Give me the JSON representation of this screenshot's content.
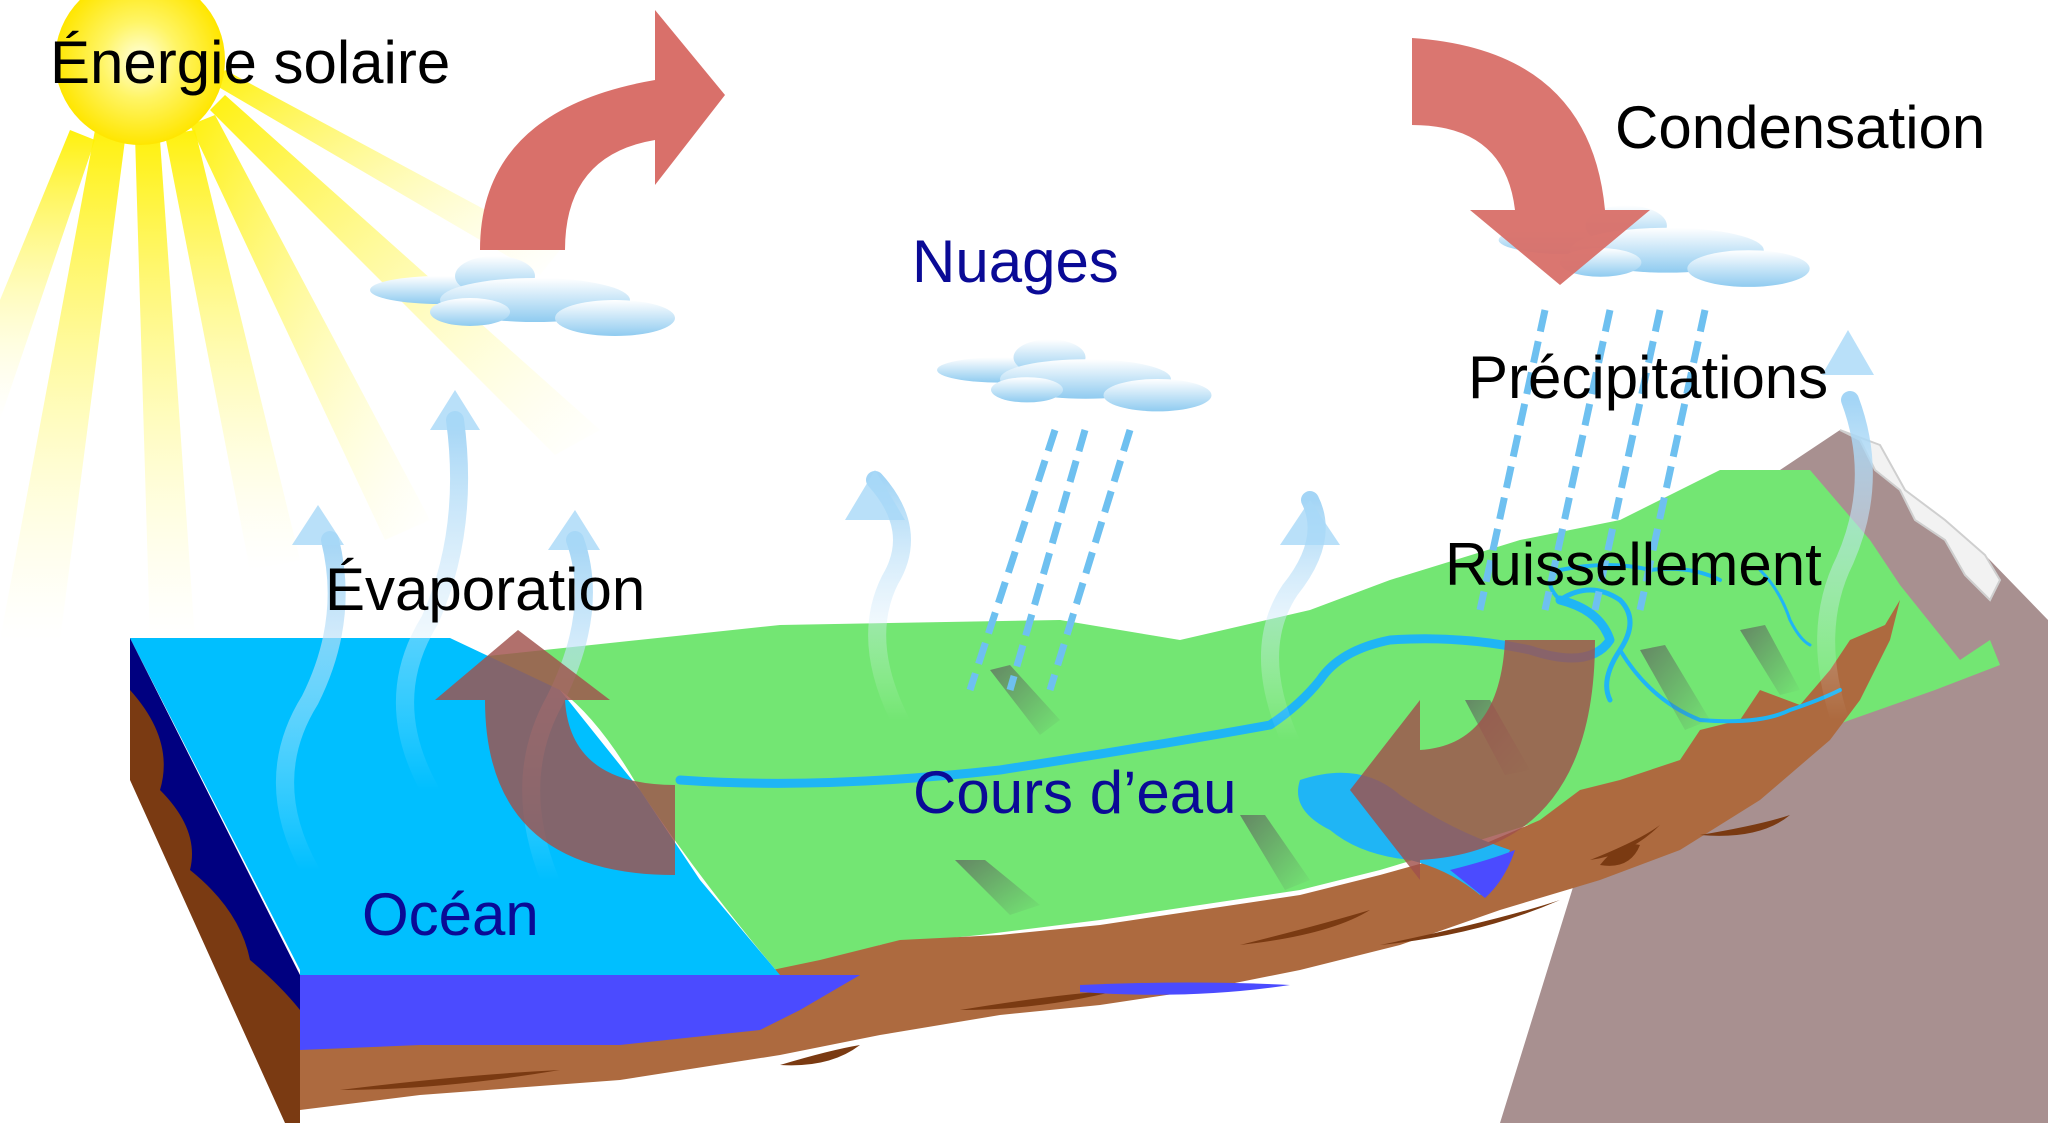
{
  "labels": {
    "solar_energy": "Énergie solaire",
    "condensation": "Condensation",
    "clouds": "Nuages",
    "precipitation": "Précipitations",
    "evaporation": "Évaporation",
    "runoff": "Ruissellement",
    "streams": "Cours d’eau",
    "ocean": "Océan"
  },
  "colors": {
    "ocean": "#00BFFF",
    "ocean_depth": "#4B4BFF",
    "ocean_edge": "#000080",
    "land": "#73E673",
    "soil": "#AD6A3F",
    "soil_dark": "#7A3A12",
    "rock": "#A89090",
    "snow": "#F2F2F2",
    "sun": "#FFF200",
    "cycle_arrow": "#D9706A",
    "river": "#1FB5F5",
    "rain": "#6EC0F0",
    "label_dark": "#000000",
    "label_blue": "#0A0A96"
  }
}
